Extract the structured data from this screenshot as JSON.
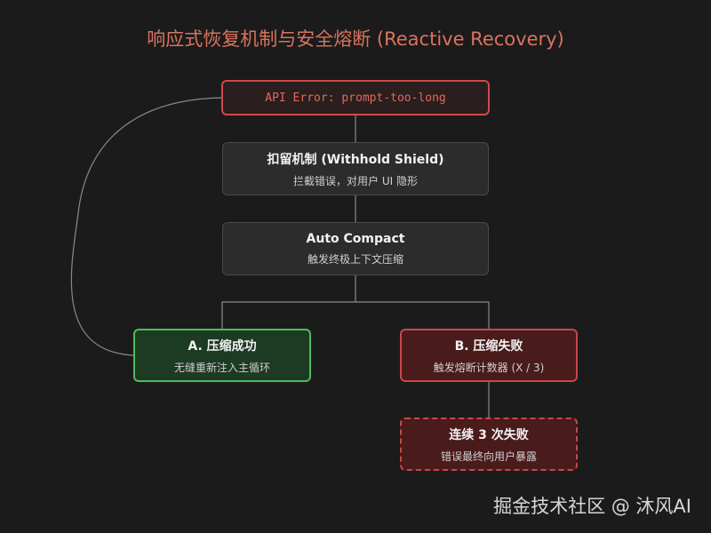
{
  "title": "响应式恢复机制与安全熔断 (Reactive Recovery)",
  "colors": {
    "title": "#d9735f",
    "error_border": "#cf4a4a",
    "success_border": "#4cbd5e",
    "fail_border": "#c94747",
    "node_gray": "#2c2c2c",
    "connector": "#8a8a8a"
  },
  "nodes": {
    "api_error": {
      "label": "API Error: prompt-too-long"
    },
    "withhold": {
      "title": "扣留机制 (Withhold Shield)",
      "subtitle": "拦截错误，对用户 UI 隐形"
    },
    "auto_compact": {
      "title": "Auto Compact",
      "subtitle": "触发终极上下文压缩"
    },
    "success": {
      "title": "A. 压缩成功",
      "subtitle": "无缝重新注入主循环"
    },
    "failure": {
      "title": "B. 压缩失败",
      "subtitle": "触发熔断计数器 (X / 3)"
    },
    "breaker": {
      "title": "连续 3 次失败",
      "subtitle": "错误最终向用户暴露"
    }
  },
  "watermark": "掘金技术社区 @ 沐风AI"
}
